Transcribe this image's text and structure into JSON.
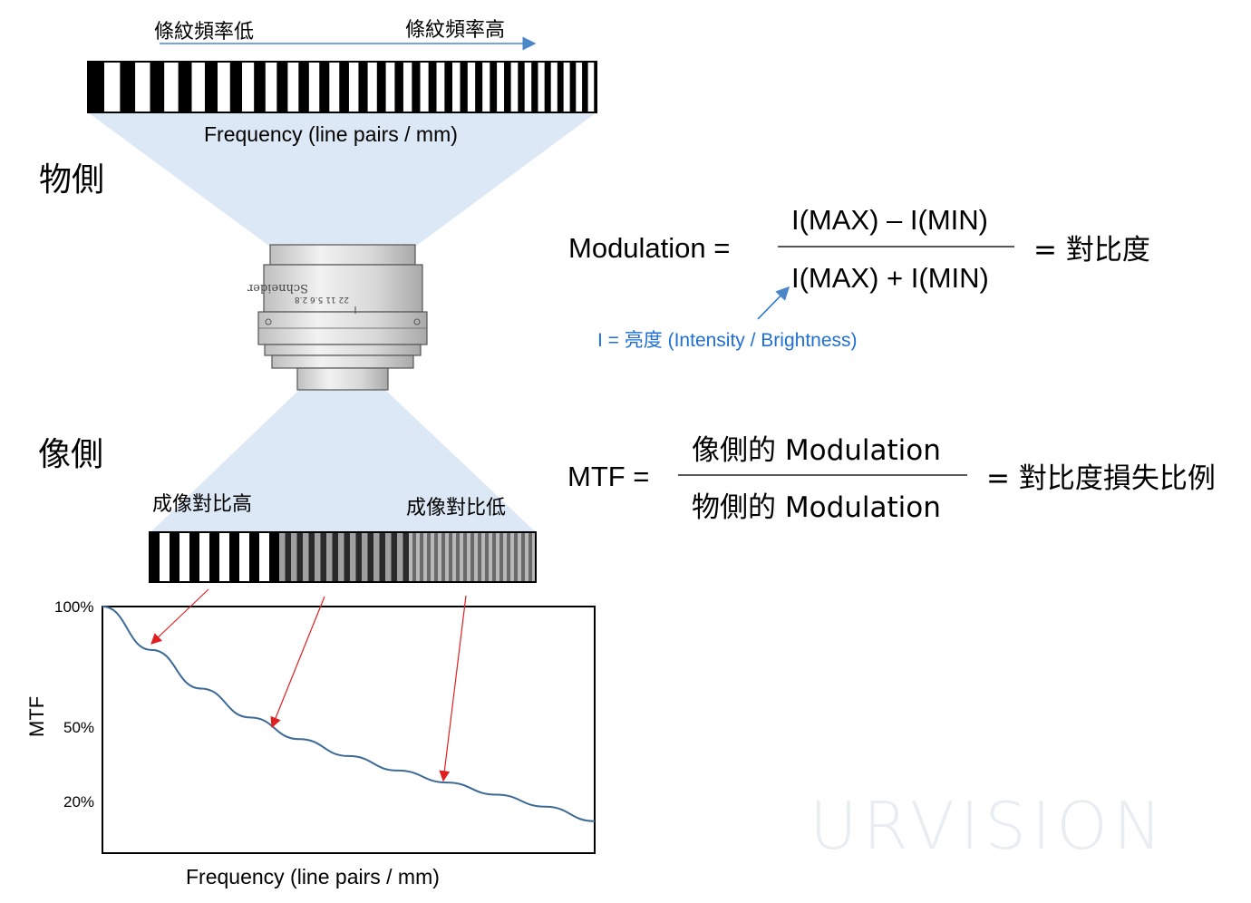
{
  "object_side": {
    "low_freq_label": "條紋頻率低",
    "high_freq_label": "條紋頻率高",
    "freq_caption": "Frequency (line pairs / mm)",
    "side_label": "物側"
  },
  "image_side": {
    "side_label": "像側",
    "high_contrast_label": "成像對比高",
    "low_contrast_label": "成像對比低"
  },
  "modulation_formula": {
    "lhs": "Modulation =",
    "numerator": "I(MAX) – I(MIN)",
    "denominator": "I(MAX) + I(MIN)",
    "rhs": "= 對比度",
    "note": "I = 亮度 (Intensity / Brightness)"
  },
  "mtf_formula": {
    "lhs": "MTF =",
    "numerator": "像側的 Modulation",
    "denominator": "物側的 Modulation",
    "rhs": "= 對比度損失比例"
  },
  "chart_data": {
    "type": "line",
    "xlabel": "Frequency (line pairs / mm)",
    "ylabel": "MTF",
    "y_ticks": [
      "100%",
      "50%",
      "20%"
    ],
    "series": [
      {
        "values": [
          {
            "x": 0.0,
            "y": 100
          },
          {
            "x": 0.1,
            "y": 82
          },
          {
            "x": 0.2,
            "y": 66
          },
          {
            "x": 0.3,
            "y": 54
          },
          {
            "x": 0.4,
            "y": 45
          },
          {
            "x": 0.5,
            "y": 38
          },
          {
            "x": 0.6,
            "y": 32
          },
          {
            "x": 0.7,
            "y": 27
          },
          {
            "x": 0.8,
            "y": 22
          },
          {
            "x": 0.9,
            "y": 17
          },
          {
            "x": 1.0,
            "y": 11
          }
        ]
      }
    ]
  },
  "lens": {
    "markings": "Schneider",
    "scale": "22  11  5.6  2.8"
  },
  "watermark": "URVISION",
  "colors": {
    "cone": "#dce8f5",
    "arrow_blue": "#4a86c8",
    "arrow_red": "#e02020",
    "curve": "#3c6a97",
    "note_blue": "#1f6fd6"
  }
}
